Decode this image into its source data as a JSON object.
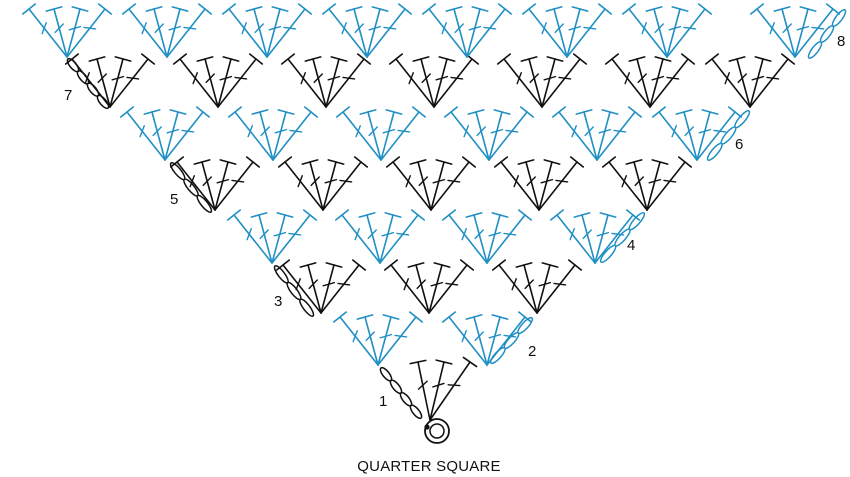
{
  "caption": "QUARTER SQUARE",
  "row_labels": [
    "1",
    "2",
    "3",
    "4",
    "5",
    "6",
    "7",
    "8"
  ],
  "colors": {
    "black": "#111111",
    "blue": "#1f8fc4"
  },
  "stitch_symbols": [
    "chain-loop-icon",
    "treble-stitch-icon",
    "magic-ring-icon"
  ]
}
